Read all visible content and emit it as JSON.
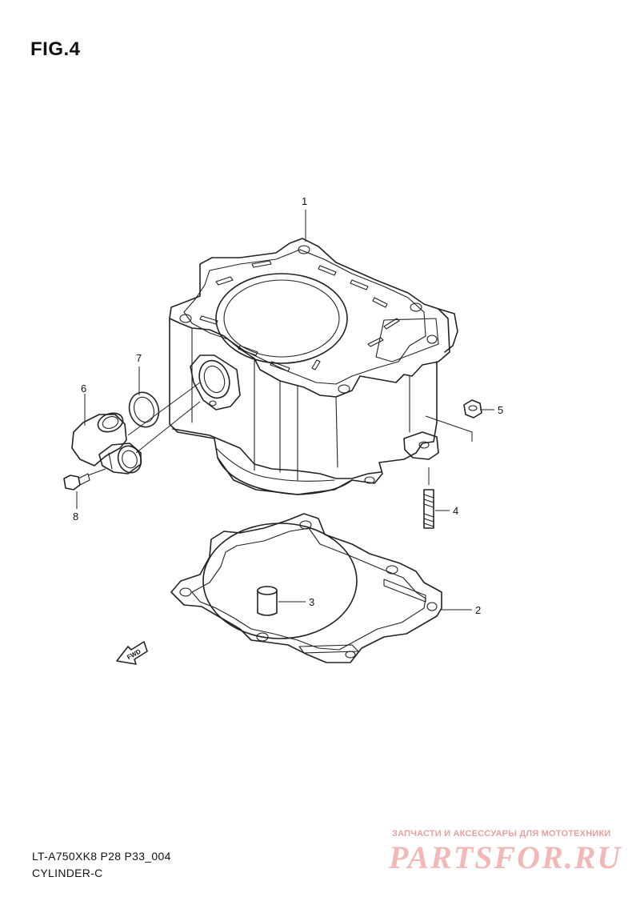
{
  "figure": {
    "title": "FIG.4"
  },
  "callouts": [
    "1",
    "2",
    "3",
    "4",
    "5",
    "6",
    "7",
    "8"
  ],
  "orientation_label": "FWD",
  "footer": {
    "code": "LT-A750XK8 P28 P33_004",
    "name": "CYLINDER-C"
  },
  "watermark": {
    "caption": "ЗАПЧАСТИ И АКСЕССУАРЫ ДЛЯ МОТОТЕХНИКИ",
    "logo": "PARTSFOR.RU",
    "color": "#f2b8b8"
  }
}
